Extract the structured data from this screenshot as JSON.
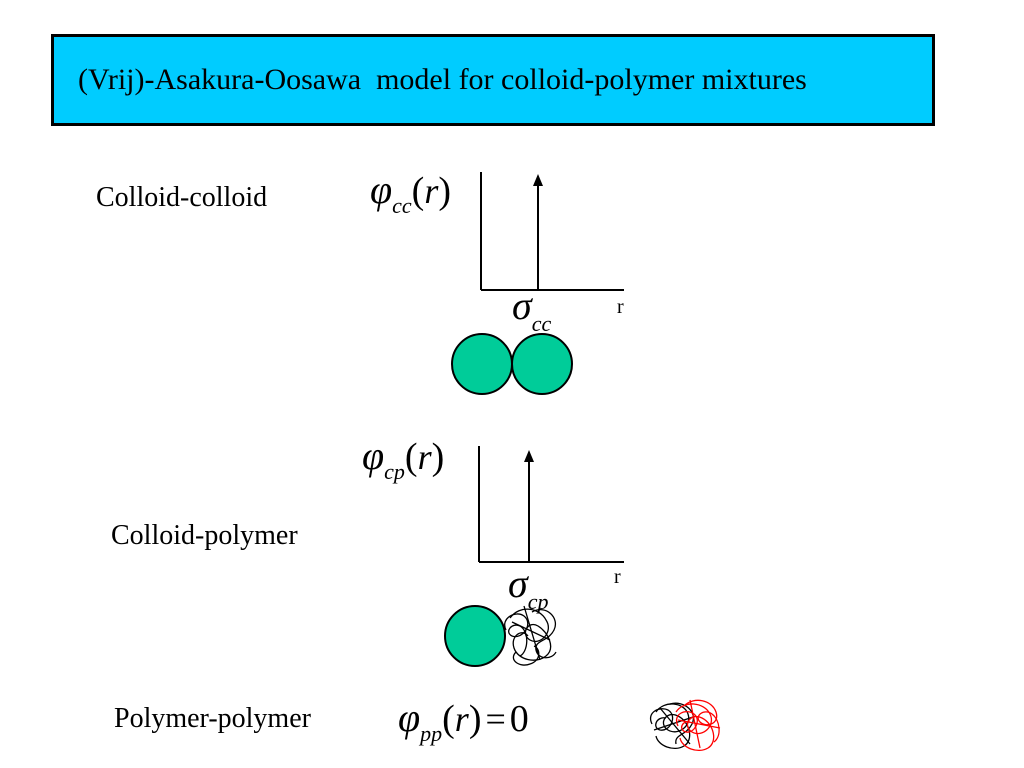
{
  "title": "(Vrij)-Asakura-Oosawa  model for colloid-polymer mixtures",
  "rows": [
    {
      "label": "Colloid-colloid",
      "phi": "φ",
      "phi_sub": "cc",
      "arg_open": "(",
      "arg": "r",
      "arg_close": ")",
      "sigma": "σ",
      "sigma_sub": "cc",
      "axis_label": "r"
    },
    {
      "label": "Colloid-polymer",
      "phi": "φ",
      "phi_sub": "cp",
      "arg_open": "(",
      "arg": "r",
      "arg_close": ")",
      "sigma": "σ",
      "sigma_sub": "cp",
      "axis_label": "r"
    },
    {
      "label": "Polymer-polymer",
      "phi": "φ",
      "phi_sub": "pp",
      "arg_open": "(",
      "arg": "r",
      "arg_close": ")",
      "equals": "=",
      "value": "0"
    }
  ],
  "colors": {
    "title_background": "#00ccff",
    "colloid_fill": "#00cc99",
    "polymer_black": "#000000",
    "polymer_red": "#ff0000"
  }
}
